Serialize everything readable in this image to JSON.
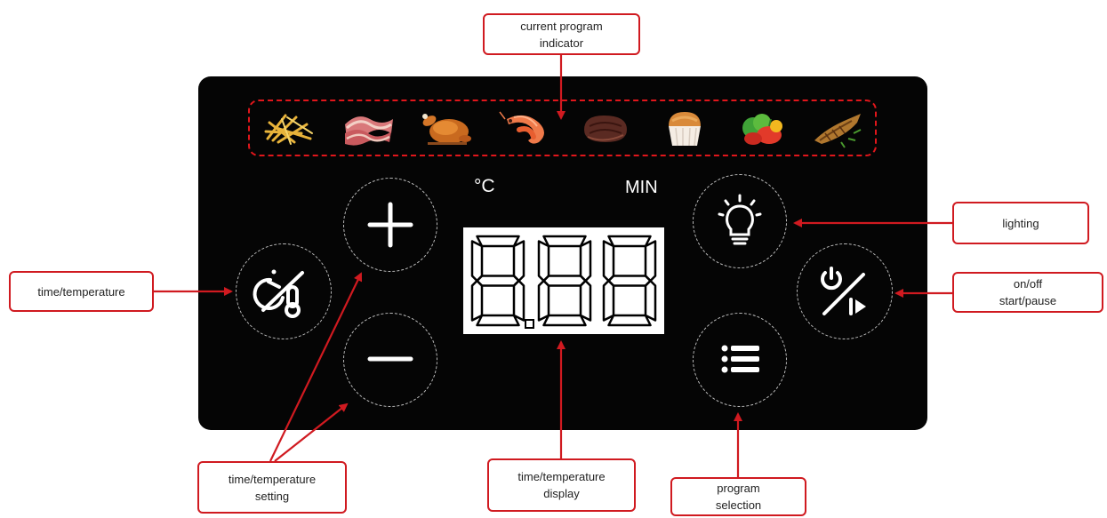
{
  "units": {
    "celsius": "°C",
    "minutes": "MIN"
  },
  "display_digits": "8.88",
  "programs": [
    {
      "icon": "french-fries-icon"
    },
    {
      "icon": "bacon-icon"
    },
    {
      "icon": "roast-chicken-icon"
    },
    {
      "icon": "shrimp-icon"
    },
    {
      "icon": "steak-icon"
    },
    {
      "icon": "muffin-icon"
    },
    {
      "icon": "vegetables-icon"
    },
    {
      "icon": "grilled-fish-icon"
    }
  ],
  "callouts": {
    "program_indicator": {
      "line1": "current program",
      "line2": "indicator"
    },
    "lighting": {
      "line1": "lighting"
    },
    "time_temperature": {
      "line1": "time/temperature"
    },
    "on_off": {
      "line1": "on/off",
      "line2": "start/pause"
    },
    "setting": {
      "line1": "time/temperature",
      "line2": "setting"
    },
    "display": {
      "line1": "time/temperature",
      "line2": "display"
    },
    "program_selection": {
      "line1": "program",
      "line2": "selection"
    }
  },
  "colors": {
    "panel": "#050505",
    "callout_border": "#d01a20",
    "arrow": "#d01a20",
    "dashed_ring": "#bdbdbd"
  }
}
